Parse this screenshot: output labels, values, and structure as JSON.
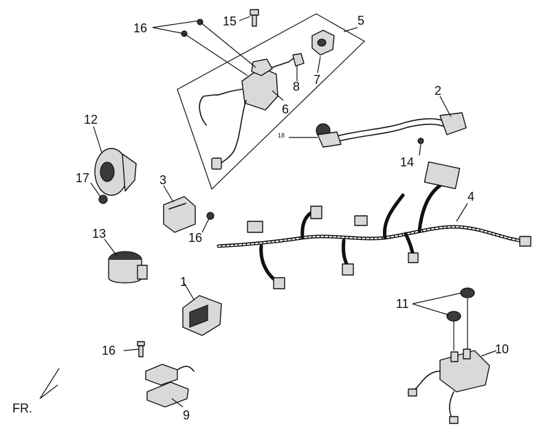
{
  "callouts": {
    "c1": "1",
    "c2": "2",
    "c3": "3",
    "c4": "4",
    "c5": "5",
    "c6": "6",
    "c7": "7",
    "c8": "8",
    "c9": "9",
    "c10": "10",
    "c11": "11",
    "c12": "12",
    "c13": "13",
    "c14": "14",
    "c15": "15",
    "c16a": "16",
    "c16b": "16",
    "c16c": "16",
    "c17": "17",
    "c18": "18"
  },
  "orientation": {
    "front_label": "FR."
  },
  "colors": {
    "line": "#111111",
    "part_fill": "#d9d9d9",
    "dark_fill": "#3a3a3a"
  }
}
